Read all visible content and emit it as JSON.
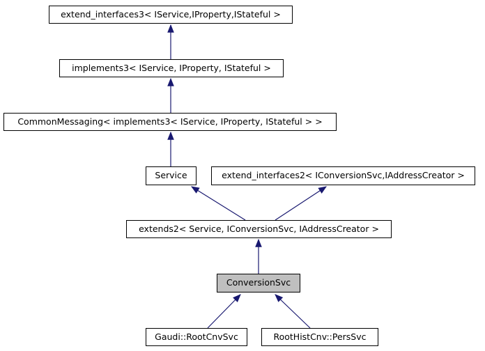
{
  "diagram": {
    "title": "ConversionSvc inheritance graph",
    "type": "class-inheritance-graph",
    "colors": {
      "background": "#ffffff",
      "node_border": "#000000",
      "node_fill": "#ffffff",
      "selected_node_fill": "#bfbfbf",
      "edge": "#191970",
      "text": "#000000"
    },
    "nodes": [
      {
        "id": "extend_interfaces3",
        "label": "extend_interfaces3< IService,IProperty,IStateful >",
        "selected": false
      },
      {
        "id": "implements3",
        "label": "implements3< IService, IProperty, IStateful >",
        "selected": false
      },
      {
        "id": "common_messaging",
        "label": "CommonMessaging< implements3< IService, IProperty, IStateful > >",
        "selected": false
      },
      {
        "id": "service",
        "label": "Service",
        "selected": false
      },
      {
        "id": "extend_interfaces2",
        "label": "extend_interfaces2< IConversionSvc,IAddressCreator >",
        "selected": false
      },
      {
        "id": "extends2",
        "label": "extends2< Service, IConversionSvc, IAddressCreator >",
        "selected": false
      },
      {
        "id": "conversion_svc",
        "label": "ConversionSvc",
        "selected": true
      },
      {
        "id": "gaudi_rootcnvsvc",
        "label": "Gaudi::RootCnvSvc",
        "selected": false
      },
      {
        "id": "roothistcnv_perssvc",
        "label": "RootHistCnv::PersSvc",
        "selected": false
      }
    ],
    "edges": [
      {
        "from": "implements3",
        "to": "extend_interfaces3"
      },
      {
        "from": "common_messaging",
        "to": "implements3"
      },
      {
        "from": "service",
        "to": "common_messaging"
      },
      {
        "from": "extends2",
        "to": "service"
      },
      {
        "from": "extends2",
        "to": "extend_interfaces2"
      },
      {
        "from": "conversion_svc",
        "to": "extends2"
      },
      {
        "from": "gaudi_rootcnvsvc",
        "to": "conversion_svc"
      },
      {
        "from": "roothistcnv_perssvc",
        "to": "conversion_svc"
      }
    ]
  }
}
